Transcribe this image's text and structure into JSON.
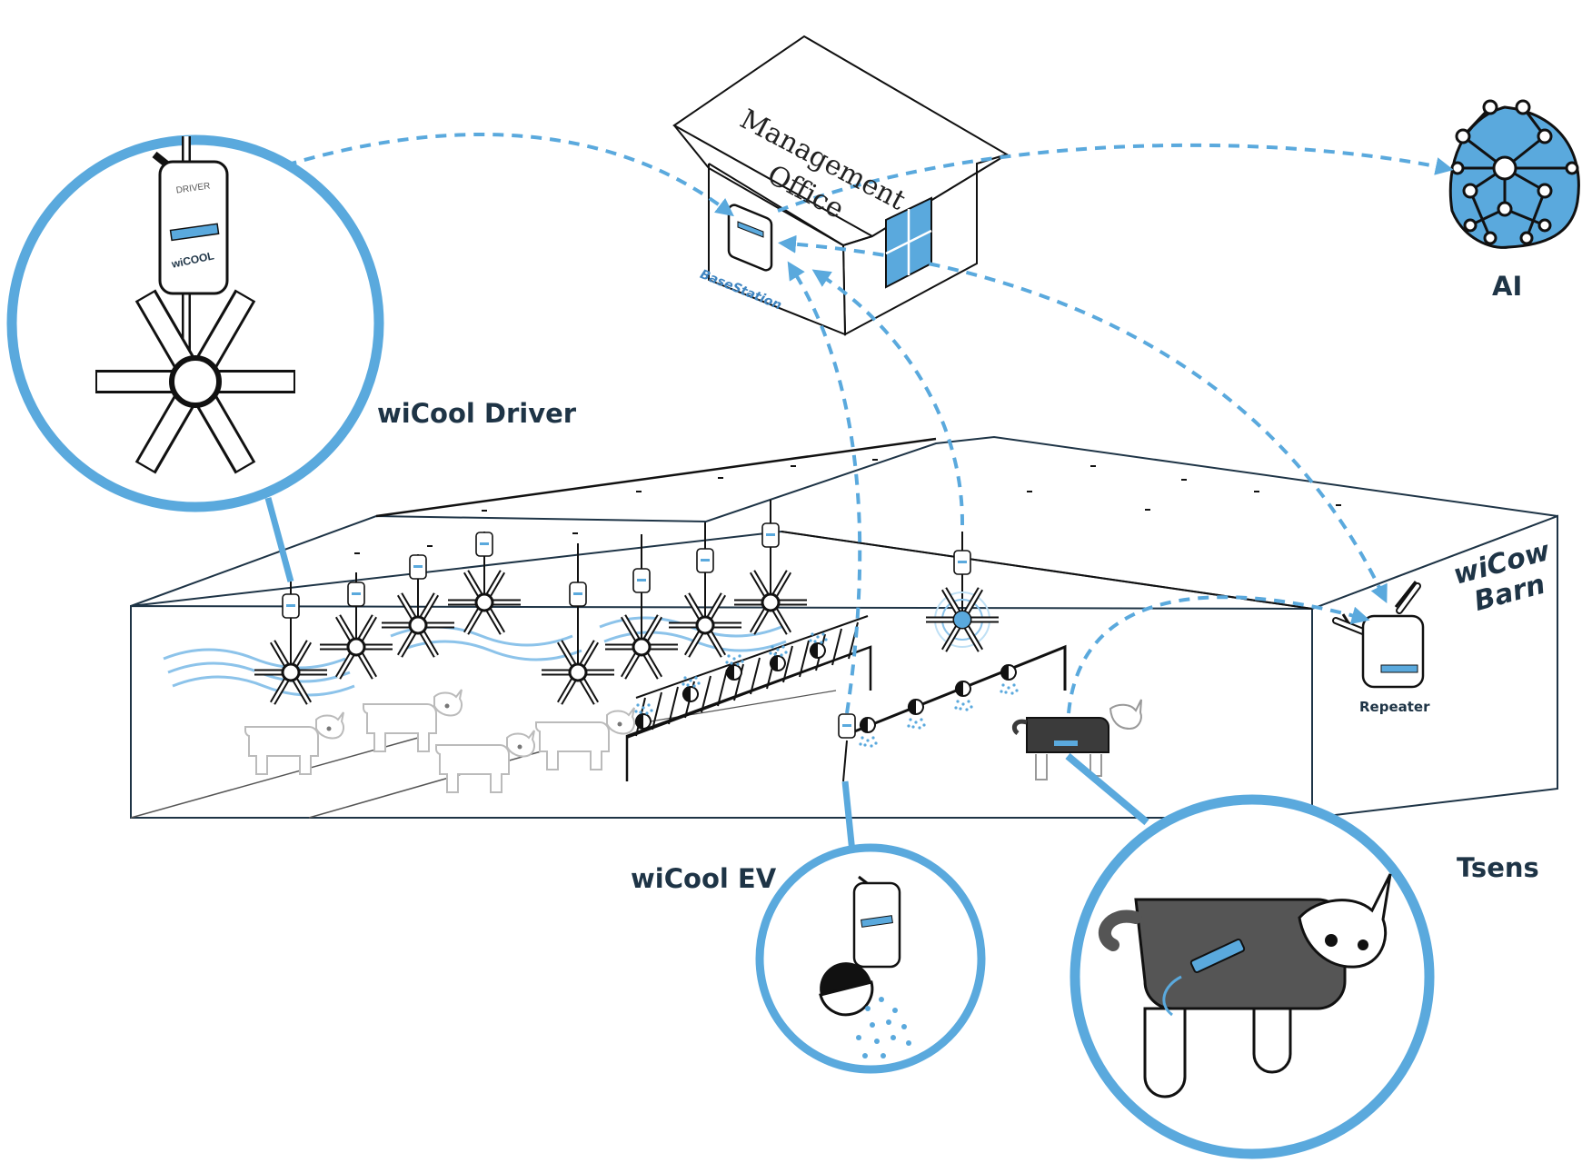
{
  "labels": {
    "wicool_driver": "wiCool Driver",
    "wicool_ev": "wiCool EV",
    "tsens": "Tsens",
    "ai": "AI",
    "barn_line1": "wiCow",
    "barn_line2": "Barn",
    "repeater": "Repeater",
    "office_line1": "Management",
    "office_line2": "Office",
    "base_station": "BaseStation"
  },
  "device_text": {
    "driver_model": "DRIVER",
    "brand": "wiCOOL"
  },
  "colors": {
    "accent": "#5aa9dd",
    "dark_text": "#1e3446",
    "outline": "#111111"
  },
  "icons": [
    "fan-icon",
    "cow-icon",
    "ai-network-icon",
    "nozzle-icon",
    "sensor-device-icon",
    "repeater-icon"
  ]
}
